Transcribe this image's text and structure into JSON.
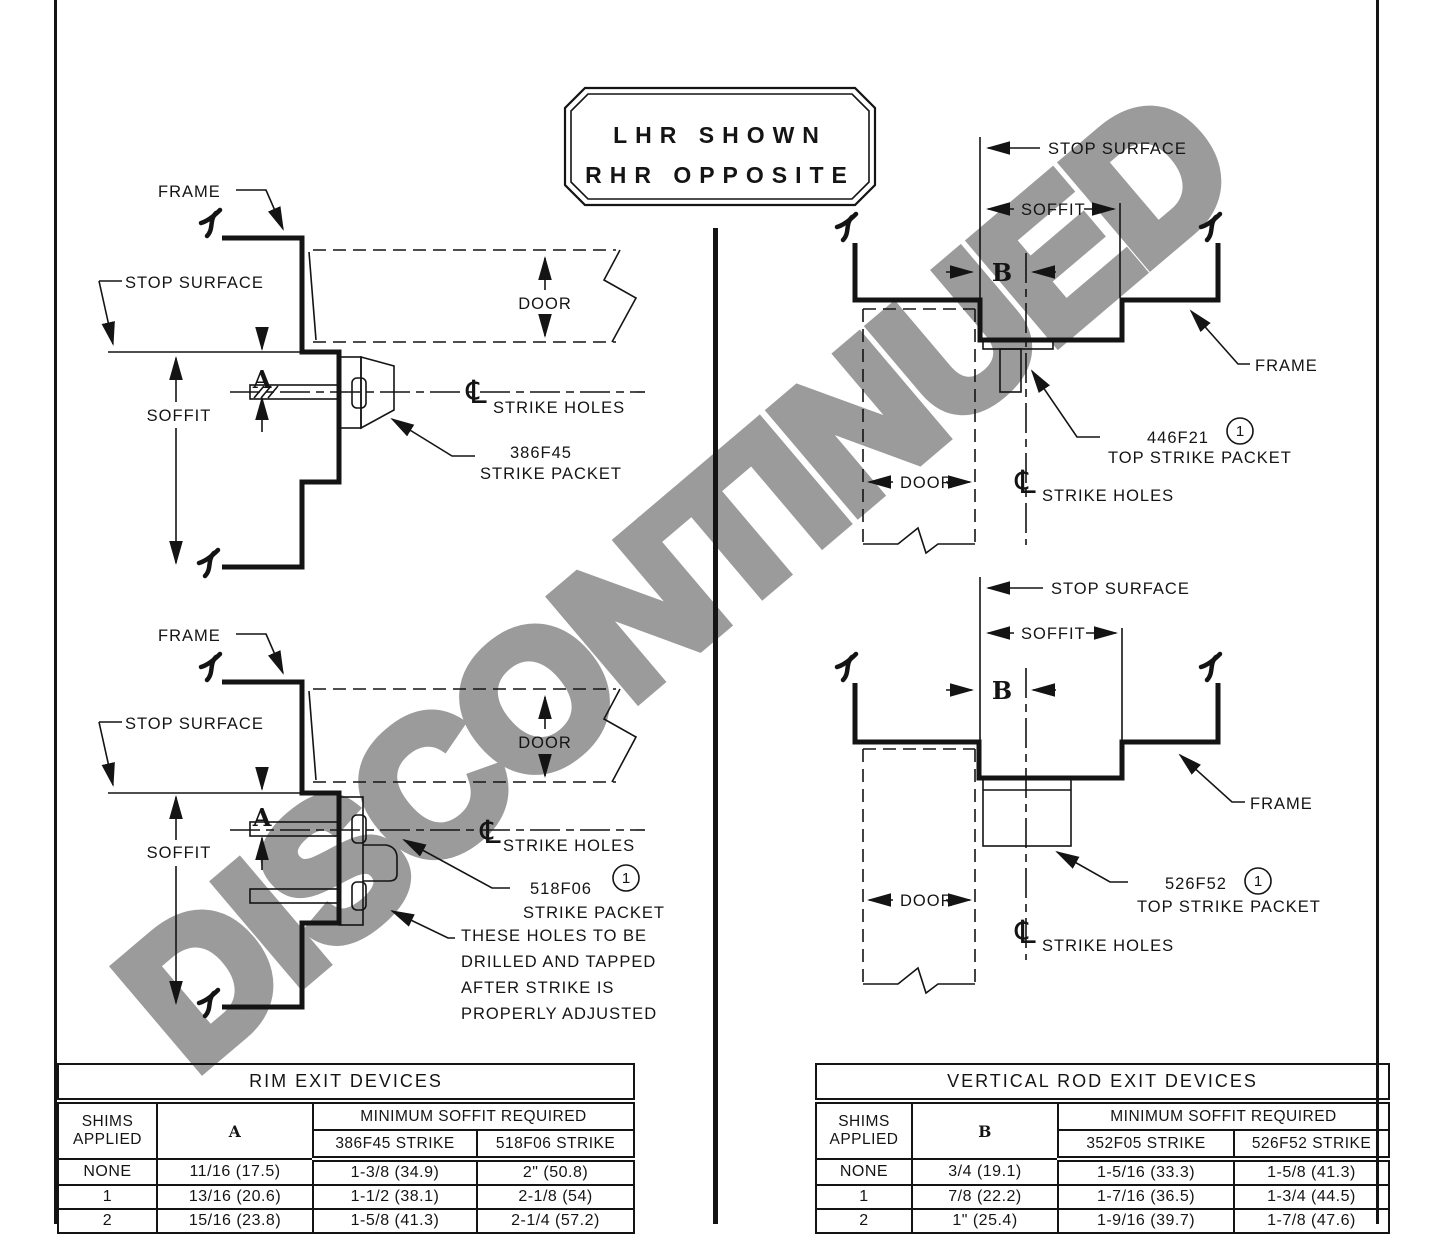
{
  "ink_color": "#141414",
  "watermark": {
    "text": "DISCONTINUED",
    "color": "#9b9b9b"
  },
  "title_box": {
    "line1": "LHR SHOWN",
    "line2": "RHR OPPOSITE"
  },
  "symbols": {
    "centerline": "℄"
  },
  "labels": {
    "frame": "FRAME",
    "stop_surface": "STOP SURFACE",
    "soffit": "SOFFIT",
    "door": "DOOR",
    "strike_holes": "STRIKE HOLES",
    "dim_a": "A",
    "dim_b": "B"
  },
  "packets": {
    "p386": {
      "code": "386F45",
      "name": "STRIKE PACKET"
    },
    "p518": {
      "code": "518F06",
      "name": "STRIKE PACKET",
      "ref": "1"
    },
    "p446": {
      "code": "446F21",
      "name": "TOP STRIKE PACKET",
      "ref": "1"
    },
    "p526": {
      "code": "526F52",
      "name": "TOP STRIKE PACKET",
      "ref": "1"
    }
  },
  "note": {
    "lines": [
      "THESE HOLES TO BE",
      "DRILLED AND TAPPED",
      "AFTER STRIKE IS",
      "PROPERLY ADJUSTED"
    ]
  },
  "tables": {
    "rim": {
      "title": "RIM EXIT DEVICES",
      "col_shims_line1": "SHIMS",
      "col_shims_line2": "APPLIED",
      "col_dim": "A",
      "col_group": "MINIMUM SOFFIT REQUIRED",
      "col_sub1": "386F45 STRIKE",
      "col_sub2": "518F06 STRIKE",
      "rows": [
        {
          "shims": "NONE",
          "dim": "11/16 (17.5)",
          "sub1": "1-3/8 (34.9)",
          "sub2": "2\" (50.8)"
        },
        {
          "shims": "1",
          "dim": "13/16 (20.6)",
          "sub1": "1-1/2 (38.1)",
          "sub2": "2-1/8 (54)"
        },
        {
          "shims": "2",
          "dim": "15/16 (23.8)",
          "sub1": "1-5/8 (41.3)",
          "sub2": "2-1/4 (57.2)"
        }
      ]
    },
    "vertical_rod": {
      "title": "VERTICAL ROD EXIT DEVICES",
      "col_shims_line1": "SHIMS",
      "col_shims_line2": "APPLIED",
      "col_dim": "B",
      "col_group": "MINIMUM SOFFIT REQUIRED",
      "col_sub1": "352F05 STRIKE",
      "col_sub2": "526F52 STRIKE",
      "rows": [
        {
          "shims": "NONE",
          "dim": "3/4 (19.1)",
          "sub1": "1-5/16 (33.3)",
          "sub2": "1-5/8 (41.3)"
        },
        {
          "shims": "1",
          "dim": "7/8 (22.2)",
          "sub1": "1-7/16 (36.5)",
          "sub2": "1-3/4 (44.5)"
        },
        {
          "shims": "2",
          "dim": "1\" (25.4)",
          "sub1": "1-9/16 (39.7)",
          "sub2": "1-7/8 (47.6)"
        }
      ]
    }
  }
}
